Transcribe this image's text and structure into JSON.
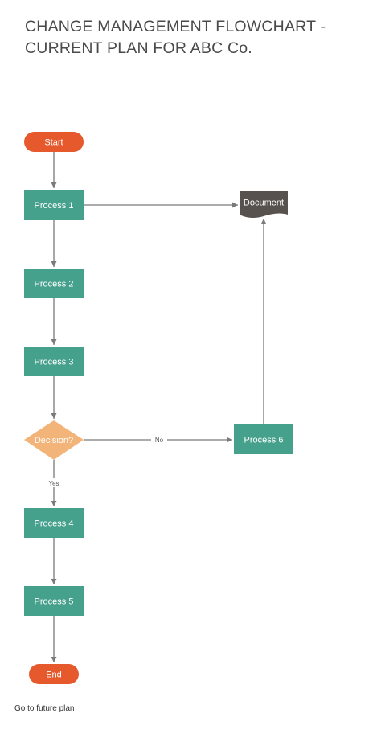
{
  "header": {
    "title_line1": "CHANGE MANAGEMENT FLOWCHART  -",
    "title_line2": "CURRENT PLAN FOR ABC Co."
  },
  "colors": {
    "terminal": "#e5592c",
    "process": "#45a08c",
    "decision": "#f3b47a",
    "document": "#57524d",
    "connector": "#7a7a7a"
  },
  "nodes": {
    "start": "Start",
    "process1": "Process 1",
    "process2": "Process 2",
    "process3": "Process 3",
    "decision": "Decision?",
    "process4": "Process 4",
    "process5": "Process 5",
    "process6": "Process 6",
    "document": "Document",
    "end": "End"
  },
  "edges": {
    "yes_label": "Yes",
    "no_label": "No"
  },
  "footer": {
    "link_label": "Go to future plan"
  }
}
